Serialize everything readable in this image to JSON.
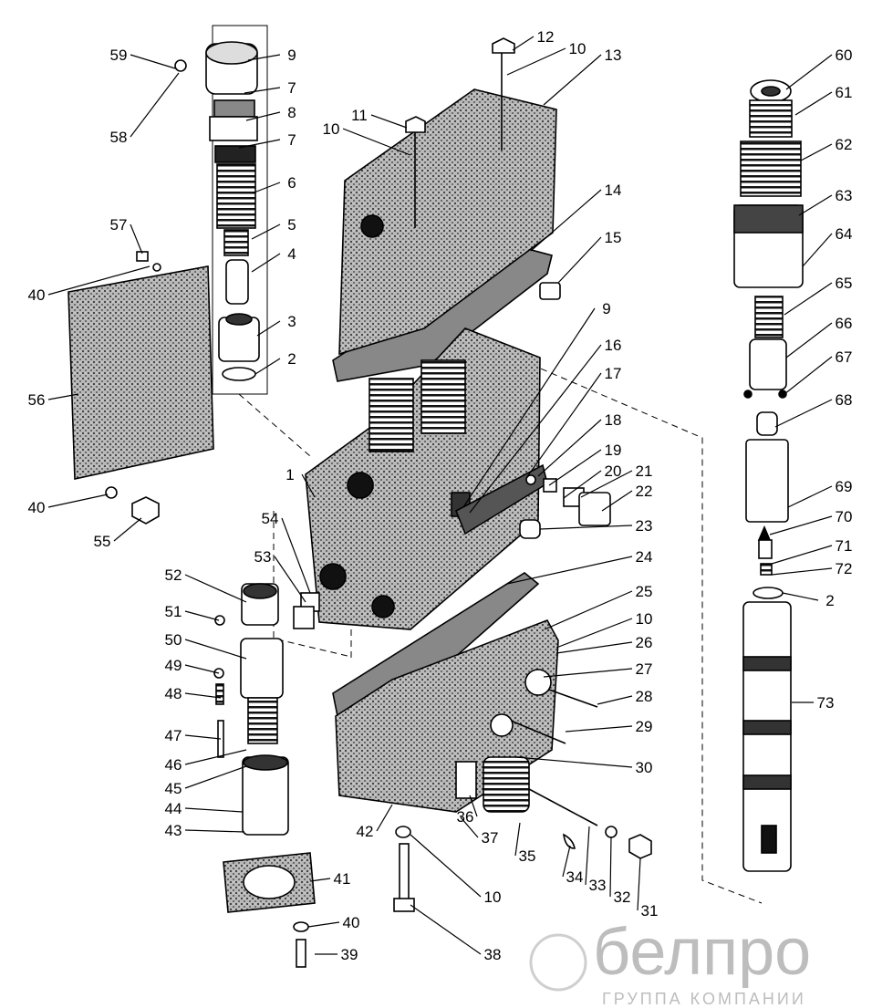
{
  "title": "Exploded parts diagram of hydraulic distributor",
  "watermark": {
    "logo": "белпро",
    "subtitle": "ГРУППА КОМПАНИИ"
  },
  "callouts": [
    "59",
    "9",
    "7",
    "8",
    "58",
    "7",
    "6",
    "57",
    "5",
    "4",
    "40",
    "3",
    "2",
    "56",
    "12",
    "10",
    "13",
    "11",
    "10",
    "14",
    "15",
    "9",
    "16",
    "17",
    "18",
    "19",
    "20",
    "21",
    "22",
    "23",
    "1",
    "54",
    "53",
    "24",
    "52",
    "25",
    "10",
    "26",
    "51",
    "50",
    "27",
    "49",
    "28",
    "48",
    "29",
    "47",
    "46",
    "30",
    "45",
    "44",
    "43",
    "36",
    "37",
    "42",
    "35",
    "34",
    "33",
    "32",
    "31",
    "10",
    "41",
    "40",
    "38",
    "39",
    "55",
    "40",
    "60",
    "61",
    "62",
    "63",
    "64",
    "65",
    "66",
    "67",
    "68",
    "69",
    "70",
    "71",
    "72",
    "2",
    "73"
  ]
}
